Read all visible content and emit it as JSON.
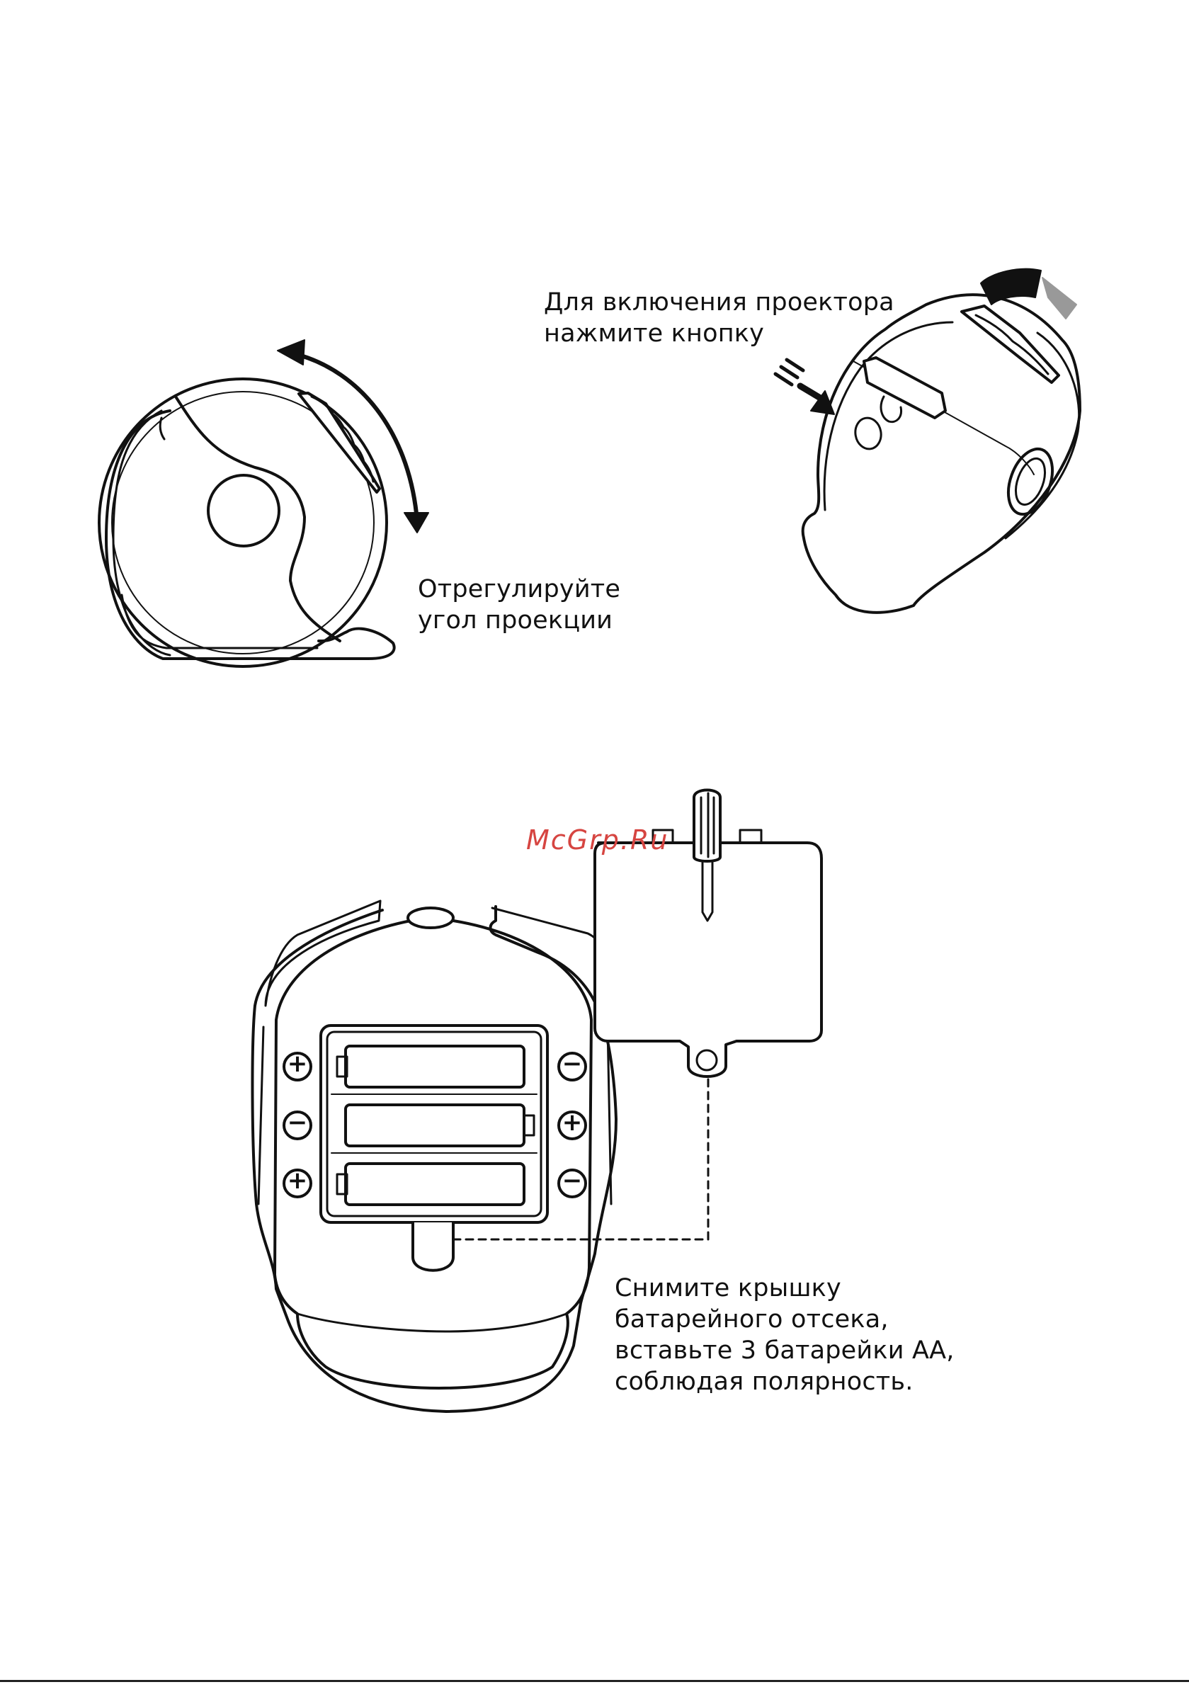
{
  "captions": {
    "power": [
      "Для включения проектора",
      "нажмите кнопку"
    ],
    "angle": [
      "Отрегулируйте",
      "угол проекции"
    ],
    "battery": [
      "Снимите крышку",
      "батарейного отсека,",
      "вставьте 3 батарейки АА,",
      "соблюдая полярность."
    ]
  },
  "watermark": {
    "text": "McGrp.Ru",
    "color": "#d64541"
  },
  "polarity": {
    "left": [
      "+",
      "−",
      "+"
    ],
    "right": [
      "−",
      "+",
      "−"
    ]
  },
  "colors": {
    "line": "#111111",
    "arrow_gray": "#999999"
  }
}
